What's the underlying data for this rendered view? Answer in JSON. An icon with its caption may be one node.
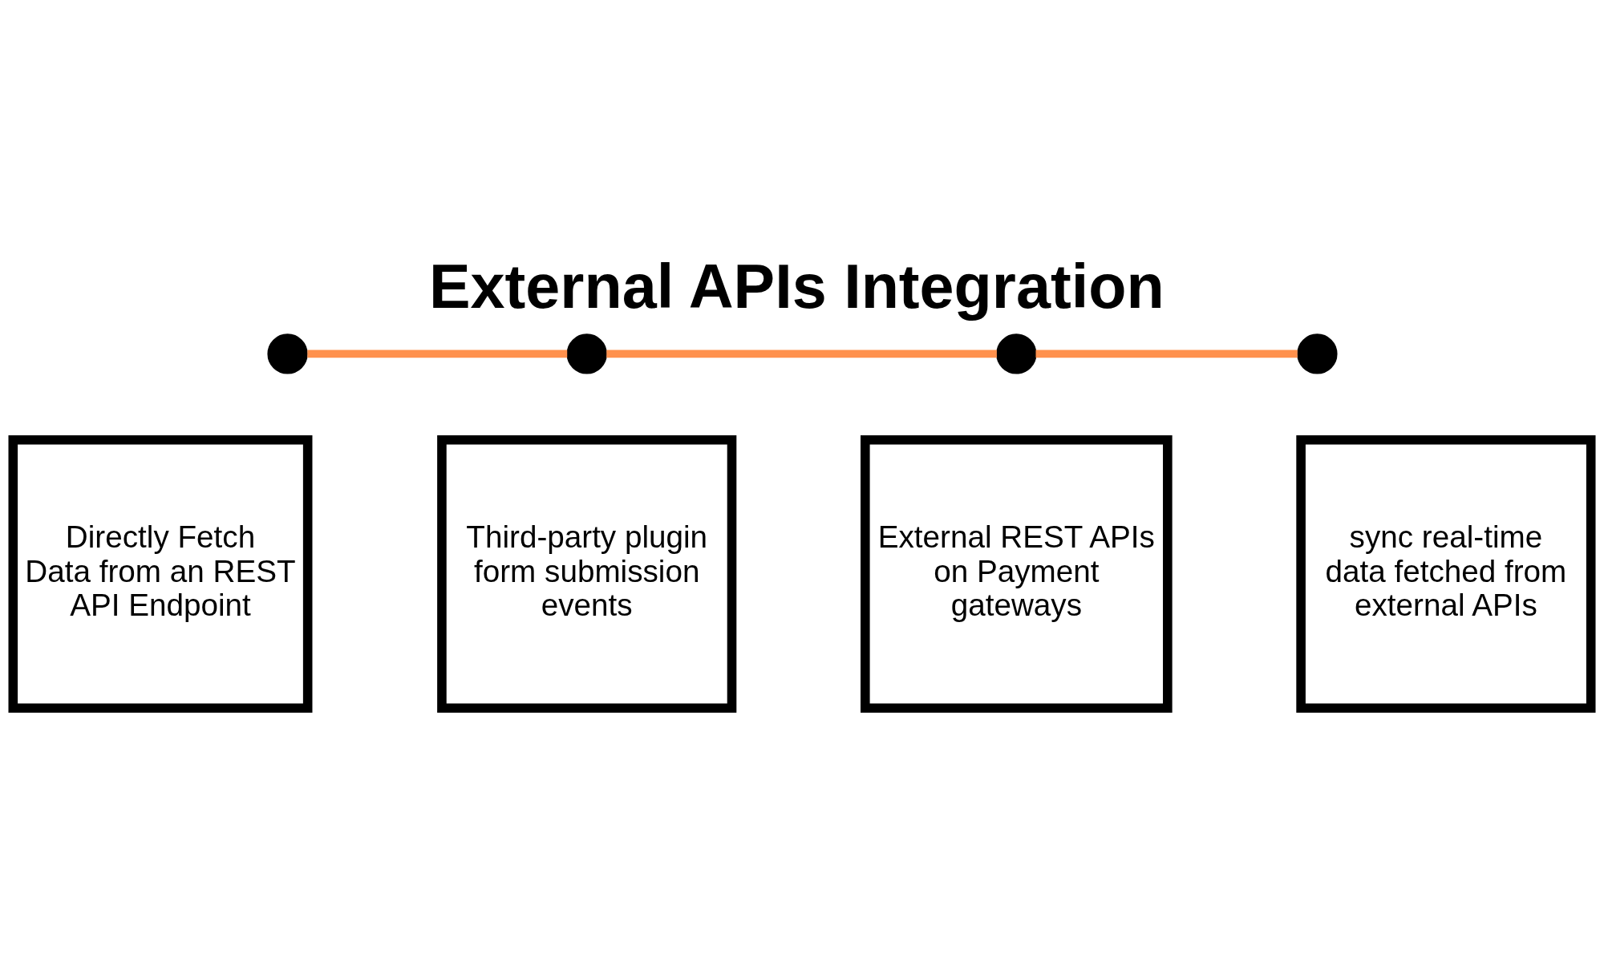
{
  "diagram": {
    "title": "External APIs Integration",
    "nodes": [
      {
        "text": [],
        "shape": "circle"
      },
      {
        "text": [],
        "shape": "circle"
      },
      {
        "text": [],
        "shape": "circle"
      },
      {
        "text": [],
        "shape": "circle"
      },
      {
        "text": [
          "Directly Fetch Data from an REST API Endpoint"
        ]
      },
      {
        "text": [
          "Third-party plugin form submission events"
        ]
      },
      {
        "text": [
          "External REST APIs on Payment gateways"
        ]
      },
      {
        "text": [
          "sync real-time data fetched from external APIs"
        ]
      }
    ],
    "edges": [
      {
        "from": 0,
        "to": 1,
        "arrow": "none"
      },
      {
        "from": 1,
        "to": 2,
        "arrow": "none"
      },
      {
        "from": 2,
        "to": 3,
        "arrow": "none"
      }
    ]
  }
}
